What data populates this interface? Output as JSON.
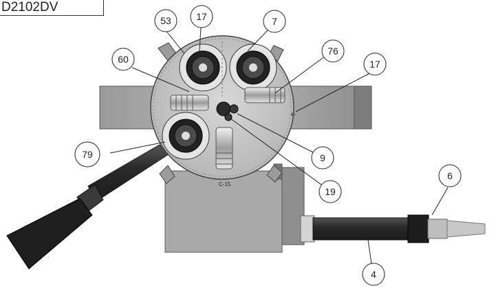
{
  "header": {
    "part_number": "D2102DV"
  },
  "callouts": [
    {
      "id": "53",
      "label": "53"
    },
    {
      "id": "17a",
      "label": "17"
    },
    {
      "id": "7",
      "label": "7"
    },
    {
      "id": "60",
      "label": "60"
    },
    {
      "id": "76",
      "label": "76"
    },
    {
      "id": "17b",
      "label": "17"
    },
    {
      "id": "79",
      "label": "79"
    },
    {
      "id": "9",
      "label": "9"
    },
    {
      "id": "19",
      "label": "19"
    },
    {
      "id": "6",
      "label": "6"
    },
    {
      "id": "4",
      "label": "4"
    }
  ],
  "plate_marking": "C-15"
}
